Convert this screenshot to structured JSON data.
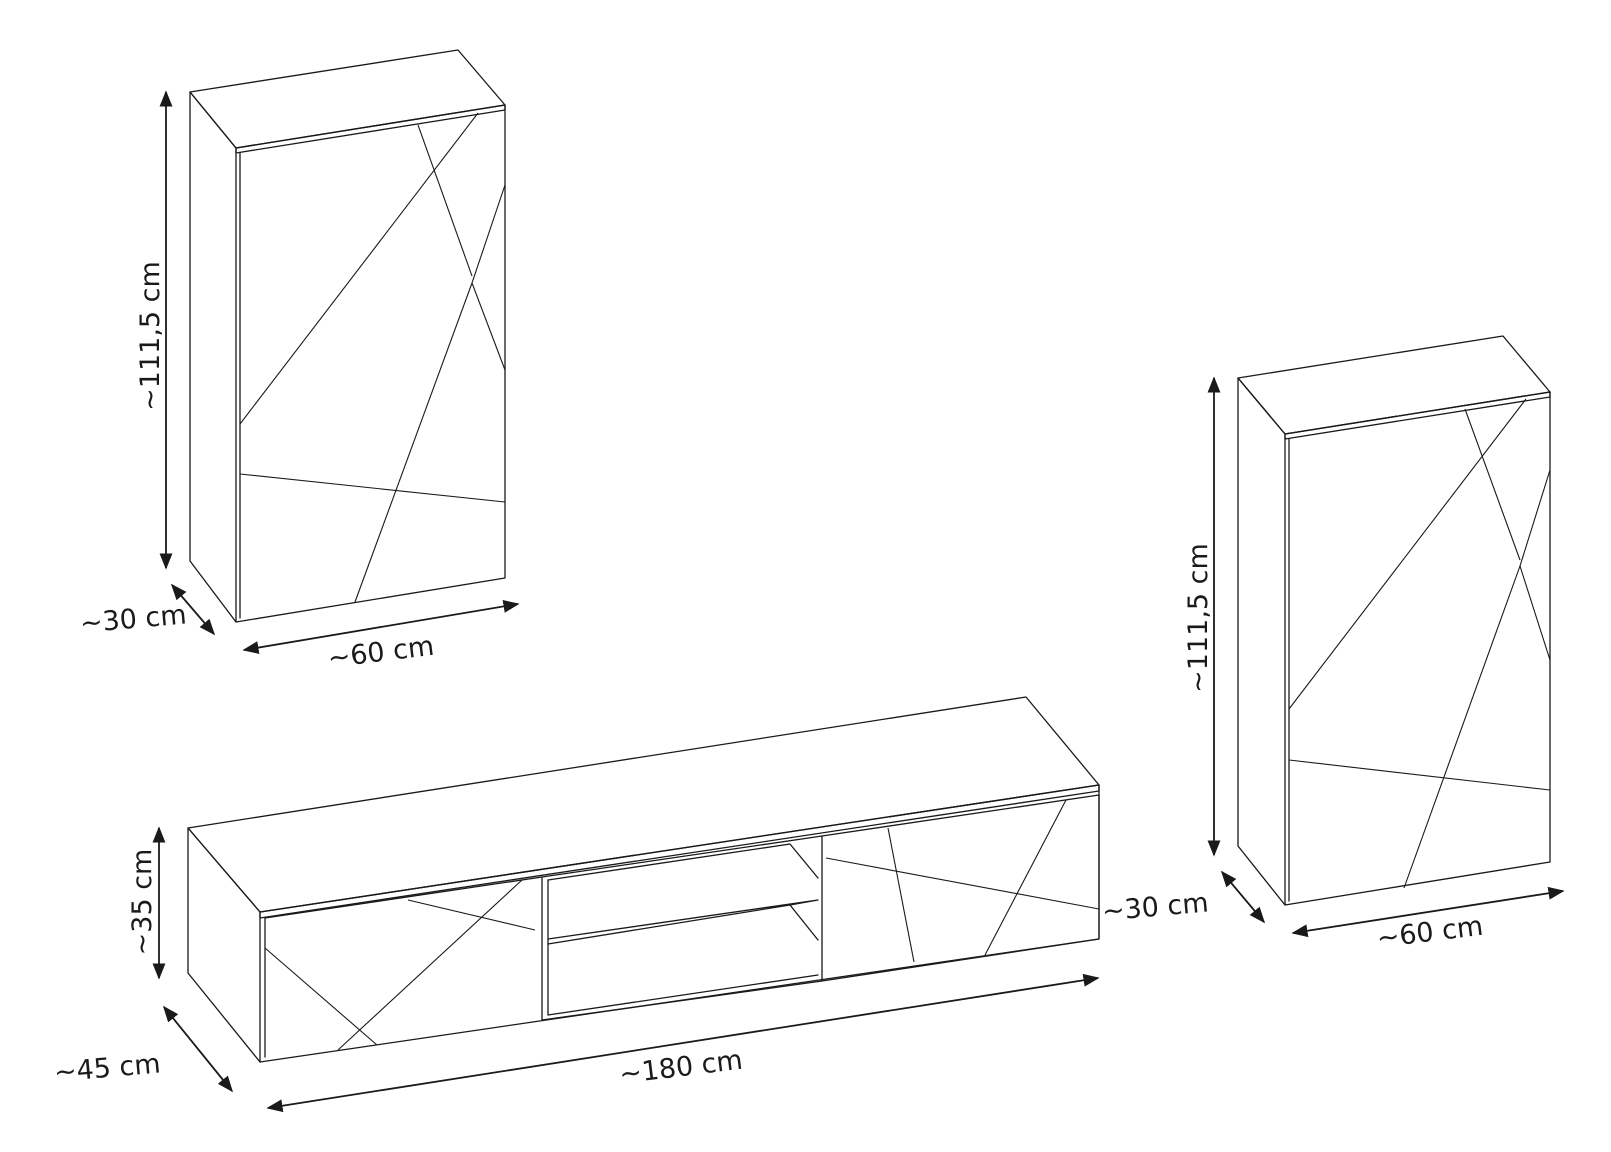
{
  "colors": {
    "line": "#1a1a1a",
    "background": "#ffffff"
  },
  "cabinet_left": {
    "height_label": "~111,5 cm",
    "depth_label": "~30 cm",
    "width_label": "~60 cm"
  },
  "cabinet_right": {
    "height_label": "~111,5 cm",
    "depth_label": "~30 cm",
    "width_label": "~60 cm"
  },
  "tv_stand": {
    "height_label": "~35 cm",
    "depth_label": "~45 cm",
    "width_label": "~180 cm"
  }
}
